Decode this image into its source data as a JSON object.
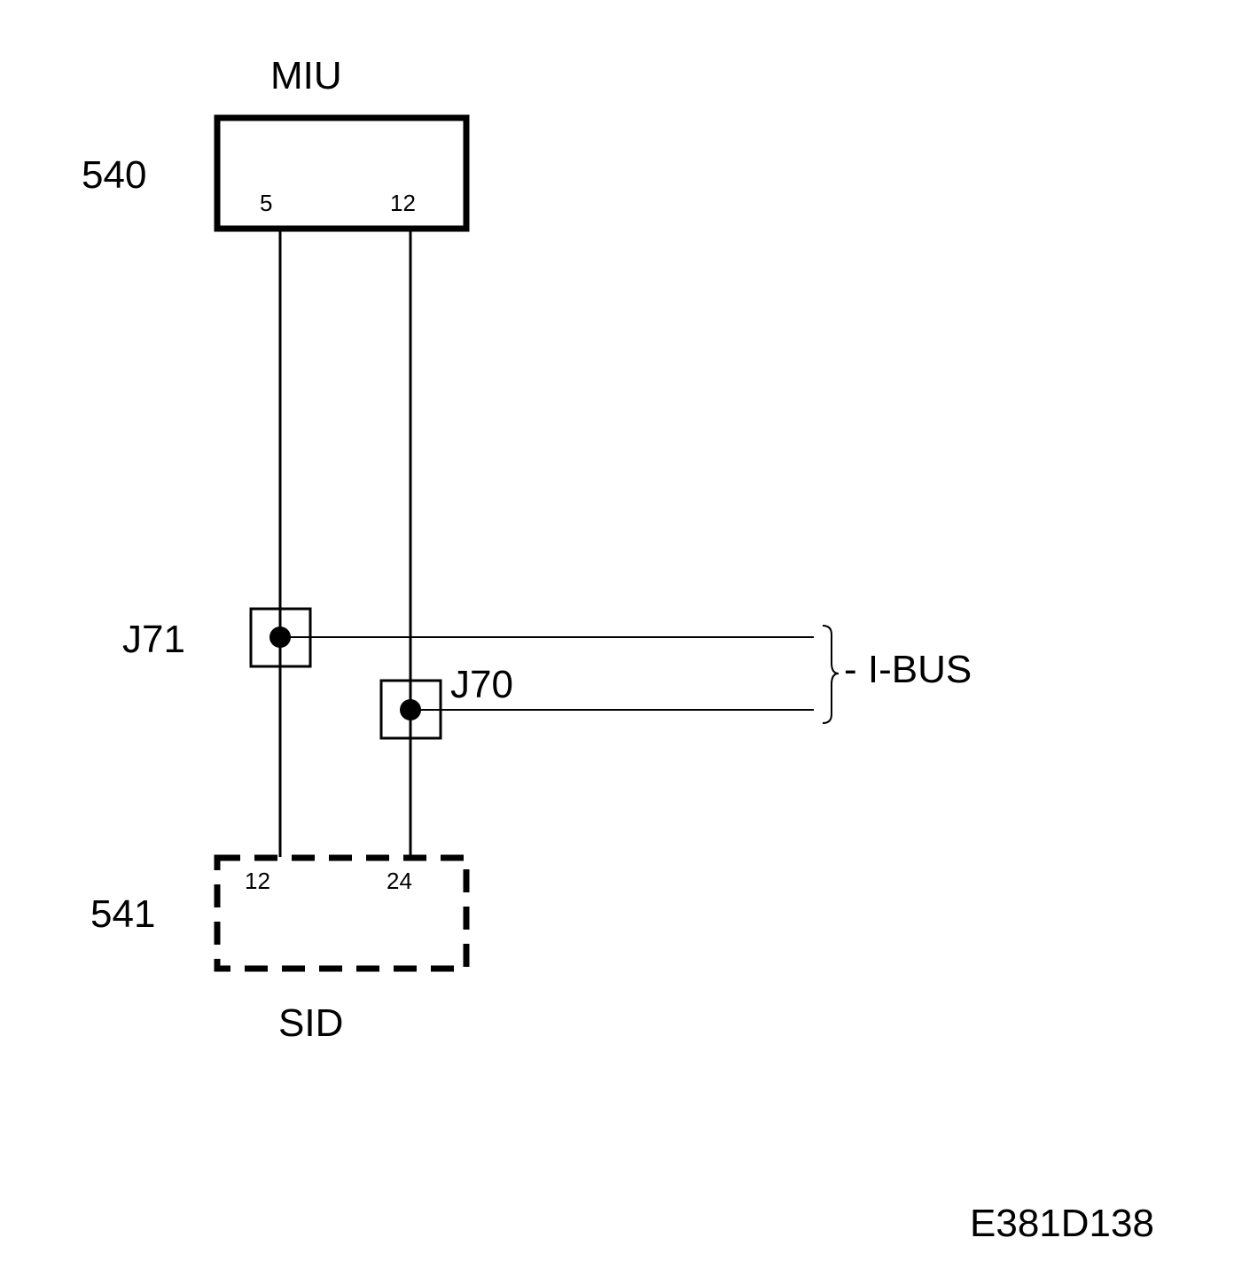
{
  "components": {
    "miu": {
      "name": "MIU",
      "number": "540",
      "pin_left": "5",
      "pin_right": "12"
    },
    "sid": {
      "name": "SID",
      "number": "541",
      "pin_left": "12",
      "pin_right": "24"
    }
  },
  "junctions": {
    "j71": {
      "label": "J71"
    },
    "j70": {
      "label": "J70"
    }
  },
  "bus": {
    "label": "- I-BUS"
  },
  "figure_id": "E381D138"
}
